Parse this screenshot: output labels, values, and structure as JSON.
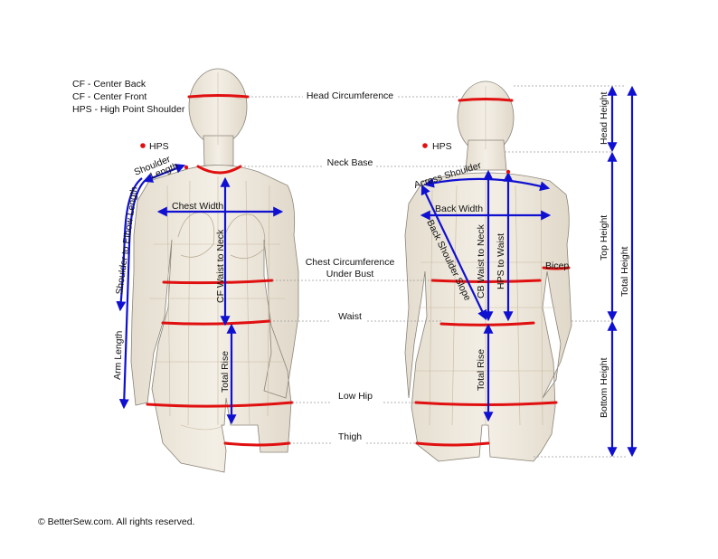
{
  "legend": {
    "items": [
      "CF - Center Back",
      "CF - Center Front",
      "HPS - High Point Shoulder"
    ]
  },
  "labels": {
    "hps_front": "HPS",
    "hps_back": "HPS",
    "shoulder": "Shoulder",
    "length": "Length",
    "shoulder_to_elbow": "Shoulder to Elbow Length",
    "chest_width": "Chest Width",
    "cf_waist_to_neck": "CF Waist to Neck",
    "arm_length": "Arm Length",
    "total_rise_front": "Total Rise",
    "head_circumference": "Head Circumference",
    "neck_base": "Neck Base",
    "chest_circumference": "Chest Circumference",
    "under_bust": "Under Bust",
    "waist": "Waist",
    "low_hip": "Low Hip",
    "thigh": "Thigh",
    "across_shoulder": "Across Shoulder",
    "back_width": "Back Width",
    "back_shoulder_slope": "Back Shoulder Slope",
    "cb_waist_to_neck": "CB Waist to Neck",
    "hps_to_waist": "HPS to Waist",
    "bicep": "Bicep",
    "total_rise_back": "Total Rise",
    "head_height": "Head Height",
    "top_height": "Top Height",
    "total_height": "Total Height",
    "bottom_height": "Bottom Height"
  },
  "copyright": "© BetterSew.com. All rights reserved.",
  "colors": {
    "measure_blue": "#1010d0",
    "measure_red": "#e01010",
    "hps_dot": "#e01010",
    "body_fill": "#efe9dd",
    "body_stroke": "#8a8478",
    "guide_gray": "#9a9a9a"
  }
}
